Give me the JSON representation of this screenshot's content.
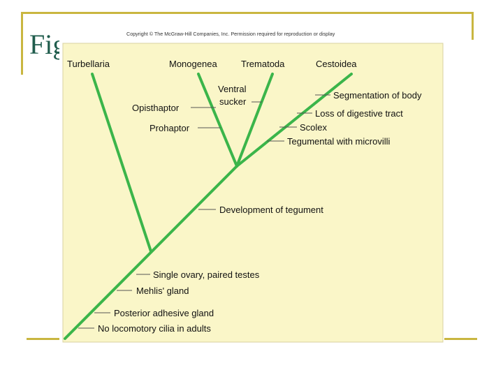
{
  "slide": {
    "title": "Fig"
  },
  "figure": {
    "copyright": "Copyright © The McGraw-Hill Companies, Inc. Permission required for reproduction or display",
    "colors": {
      "panel": "#faf6c8",
      "branch": "#3bb54a",
      "leader": "#555555",
      "decor": "#c9b640",
      "title": "#1f5c4c"
    },
    "taxa": {
      "turbellaria": "Turbellaria",
      "monogenea": "Monogenea",
      "trematoda": "Trematoda",
      "cestoidea": "Cestoidea"
    },
    "traits": {
      "ventral_sucker_line1": "Ventral",
      "ventral_sucker_line2": "sucker",
      "opisthaptor": "Opisthaptor",
      "prohaptor": "Prohaptor",
      "segmentation": "Segmentation of body",
      "loss_digestive": "Loss of digestive tract",
      "scolex": "Scolex",
      "tegumental_microvilli": "Tegumental with microvilli",
      "development_tegument": "Development of tegument",
      "single_ovary": "Single ovary, paired testes",
      "mehlis_gland": "Mehlis' gland",
      "posterior_adhesive": "Posterior adhesive gland",
      "no_cilia": "No locomotory cilia in adults"
    }
  }
}
